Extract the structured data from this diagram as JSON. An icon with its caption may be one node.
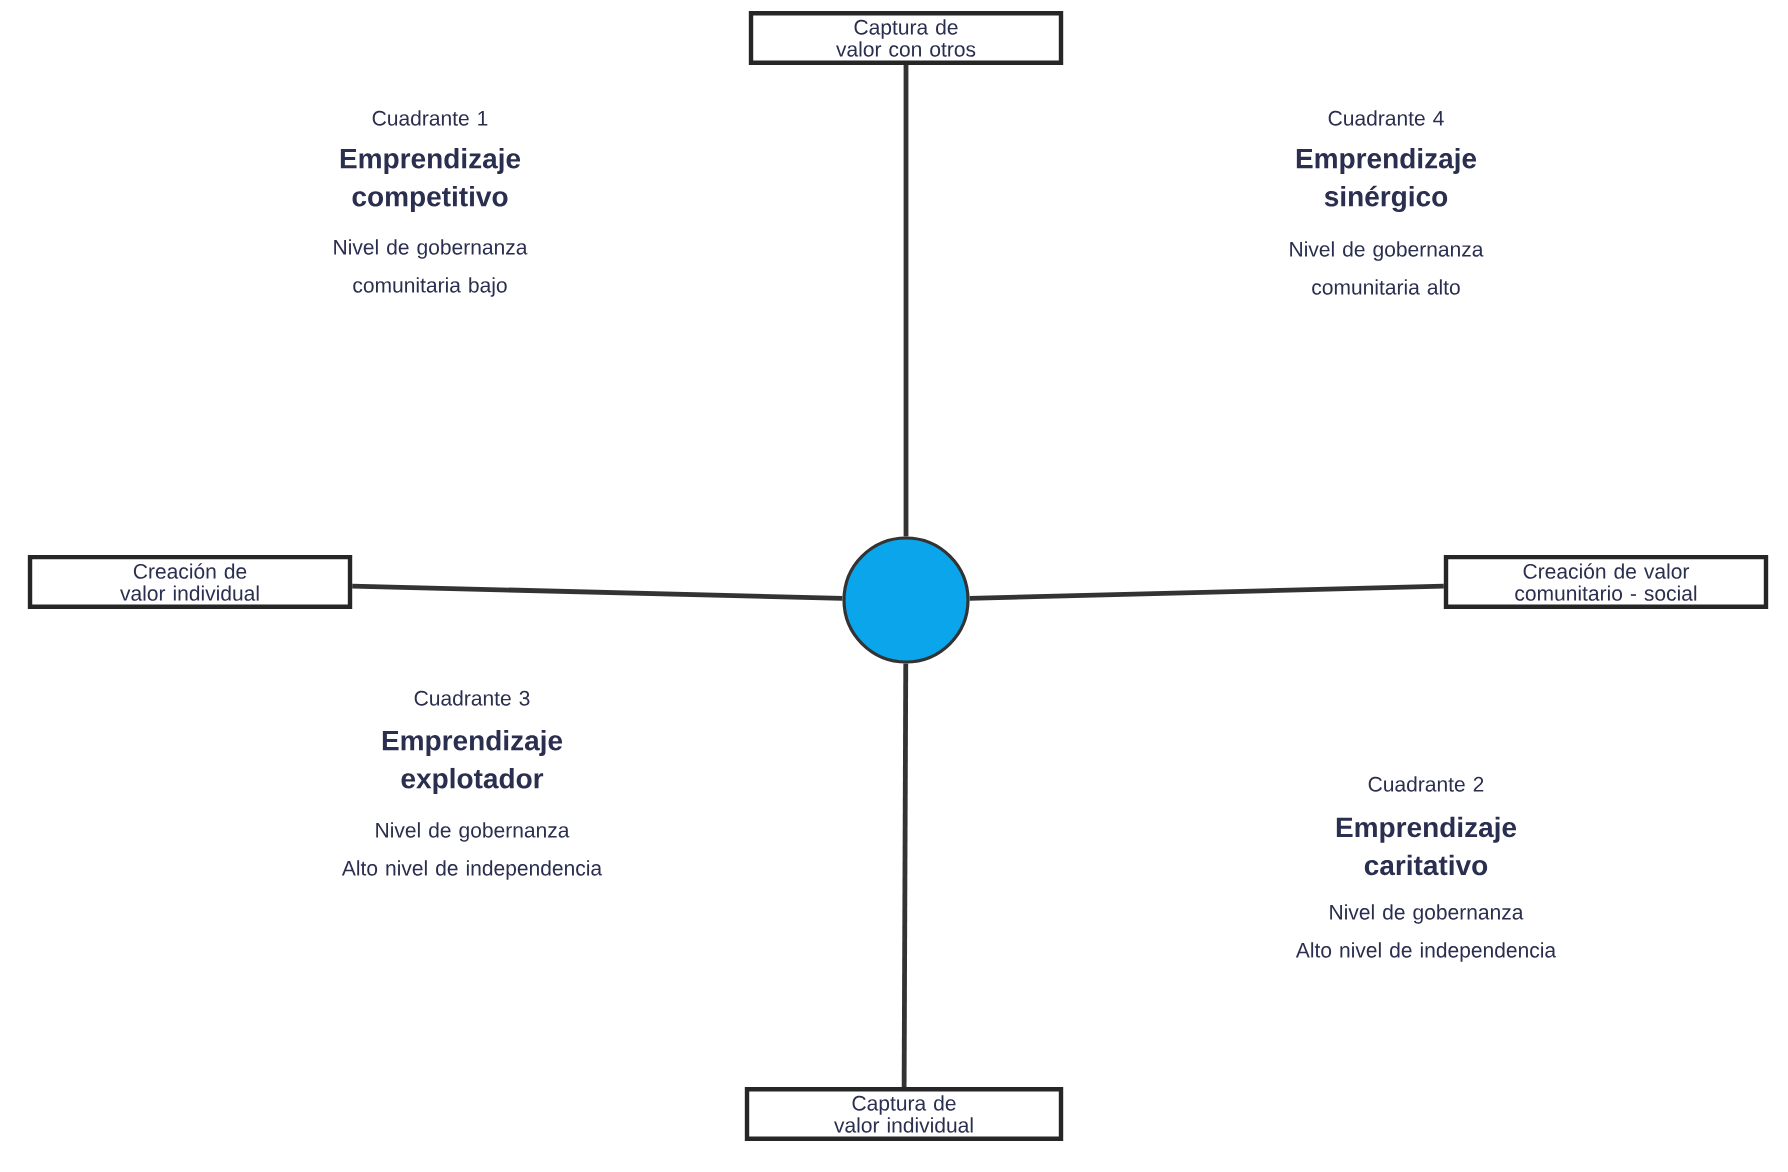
{
  "diagram": {
    "nodes": [
      {
        "text": [
          "Captura de valor con otros"
        ]
      },
      {
        "text": [
          "Creación de valor individual"
        ]
      },
      {
        "text": [],
        "shape": "circle"
      },
      {
        "text": [
          "Creación de valor comunitario - social"
        ]
      },
      {
        "text": [
          "Captura de valor individual"
        ]
      }
    ],
    "edges": [
      {
        "from": 2,
        "to": 0,
        "arrow": "none"
      },
      {
        "from": 2,
        "to": 1,
        "arrow": "none"
      },
      {
        "from": 2,
        "to": 3,
        "arrow": "none"
      },
      {
        "from": 2,
        "to": 4,
        "arrow": "none"
      }
    ],
    "labels": [
      "Cuadrante 1",
      "Emprendizaje competitivo",
      "Nivel de gobernanza comunitaria bajo",
      "Cuadrante 4",
      "Emprendizaje sinérgico",
      "Nivel de gobernanza comunitaria alto",
      "Cuadrante 3",
      "Emprendizaje explotador",
      "Nivel de gobernanza",
      "Alto nivel de independencia",
      "Cuadrante 2",
      "Emprendizaje caritativo",
      "Nivel de gobernanza",
      "Alto nivel de independencia"
    ]
  }
}
